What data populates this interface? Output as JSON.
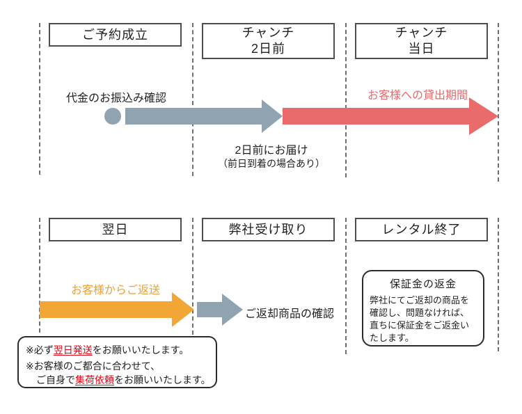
{
  "colors": {
    "gray_arrow": "#8fa4b0",
    "red_arrow": "#ea6b6c",
    "orange_arrow": "#f2a636",
    "orange_text": "#f0a132",
    "red_label_text": "#e8696b",
    "note_red_text": "#e60012",
    "box_border": "#4d4d4d"
  },
  "top_timeline": {
    "stages": [
      {
        "line1": "ご予約成立",
        "line2": ""
      },
      {
        "line1": "チャンチ",
        "line2": "2日前"
      },
      {
        "line1": "チャンチ",
        "line2": "当日"
      }
    ],
    "payment_label": "代金のお振込み確認",
    "rental_period_label": "お客様への貸出期間",
    "delivery_note_line1": "2日前にお届け",
    "delivery_note_line2": "（前日到着の場合あり）"
  },
  "bottom_timeline": {
    "stages": [
      {
        "label": "翌日"
      },
      {
        "label": "弊社受け取り"
      },
      {
        "label": "レンタル終了"
      }
    ],
    "return_label": "お客様からご返送",
    "check_label": "ご返却商品の確認",
    "refund_box": {
      "title": "保証金の返金",
      "lines": [
        "弊社にてご返却の商品を",
        "確認し、問題なければ、",
        "直ちに保証金をご返金い",
        "たします。"
      ]
    },
    "notes": {
      "l1a": "※必ず",
      "l1b": "翌日発送",
      "l1c": "をお願いいたします。",
      "l2": "※お客様のご都合に合わせて、",
      "l3a": "ご自身で",
      "l3b": "集荷依頼",
      "l3c": "をお願いいたします。"
    }
  }
}
